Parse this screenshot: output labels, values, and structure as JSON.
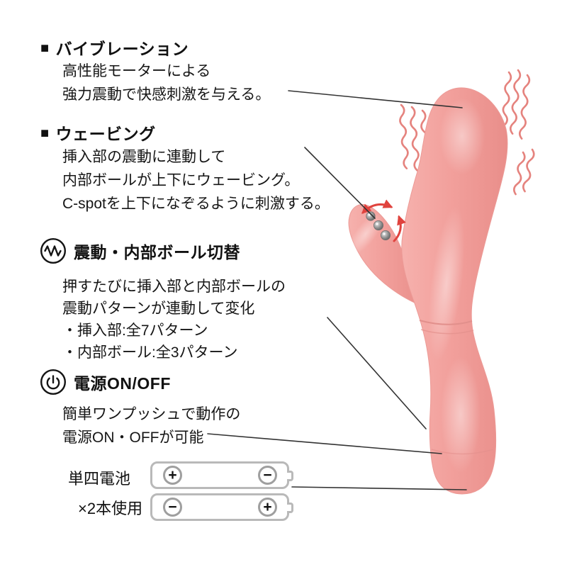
{
  "sections": [
    {
      "bullet": "■",
      "heading": "バイブレーション",
      "lines": [
        "高性能モーターによる",
        "強力震動で快感刺激を与える。"
      ]
    },
    {
      "bullet": "■",
      "heading": "ウェービング",
      "lines": [
        "挿入部の震動に連動して",
        "内部ボールが上下にウェービング。",
        "C-spotを上下になぞるように刺激する。"
      ]
    },
    {
      "icon": "wave-icon",
      "heading": "震動・内部ボール切替",
      "lines": [
        "押すたびに挿入部と内部ボールの",
        "震動パターンが連動して変化",
        "・挿入部:全7パターン",
        "・内部ボール:全3パターン"
      ]
    },
    {
      "icon": "power-icon",
      "heading": "電源ON/OFF",
      "lines": [
        "簡単ワンプッシュで動作の",
        "電源ON・OFFが可能"
      ]
    }
  ],
  "battery": {
    "label_line1": "単四電池",
    "label_line2": "×2本使用",
    "cells": [
      {
        "left": "+",
        "right": "−"
      },
      {
        "left": "−",
        "right": "+"
      }
    ]
  },
  "colors": {
    "device_light": "#f6b1ad",
    "device_mid": "#f2a09c",
    "device_dark": "#e98e8a",
    "device_stroke": "#ec9a96",
    "seam": "#e2908c",
    "squiggle": "#e5837e",
    "arrow_red": "#e0433e",
    "bead": "#8f8f8f",
    "callout_line": "#333333",
    "battery_outline": "#b9b9b9"
  }
}
